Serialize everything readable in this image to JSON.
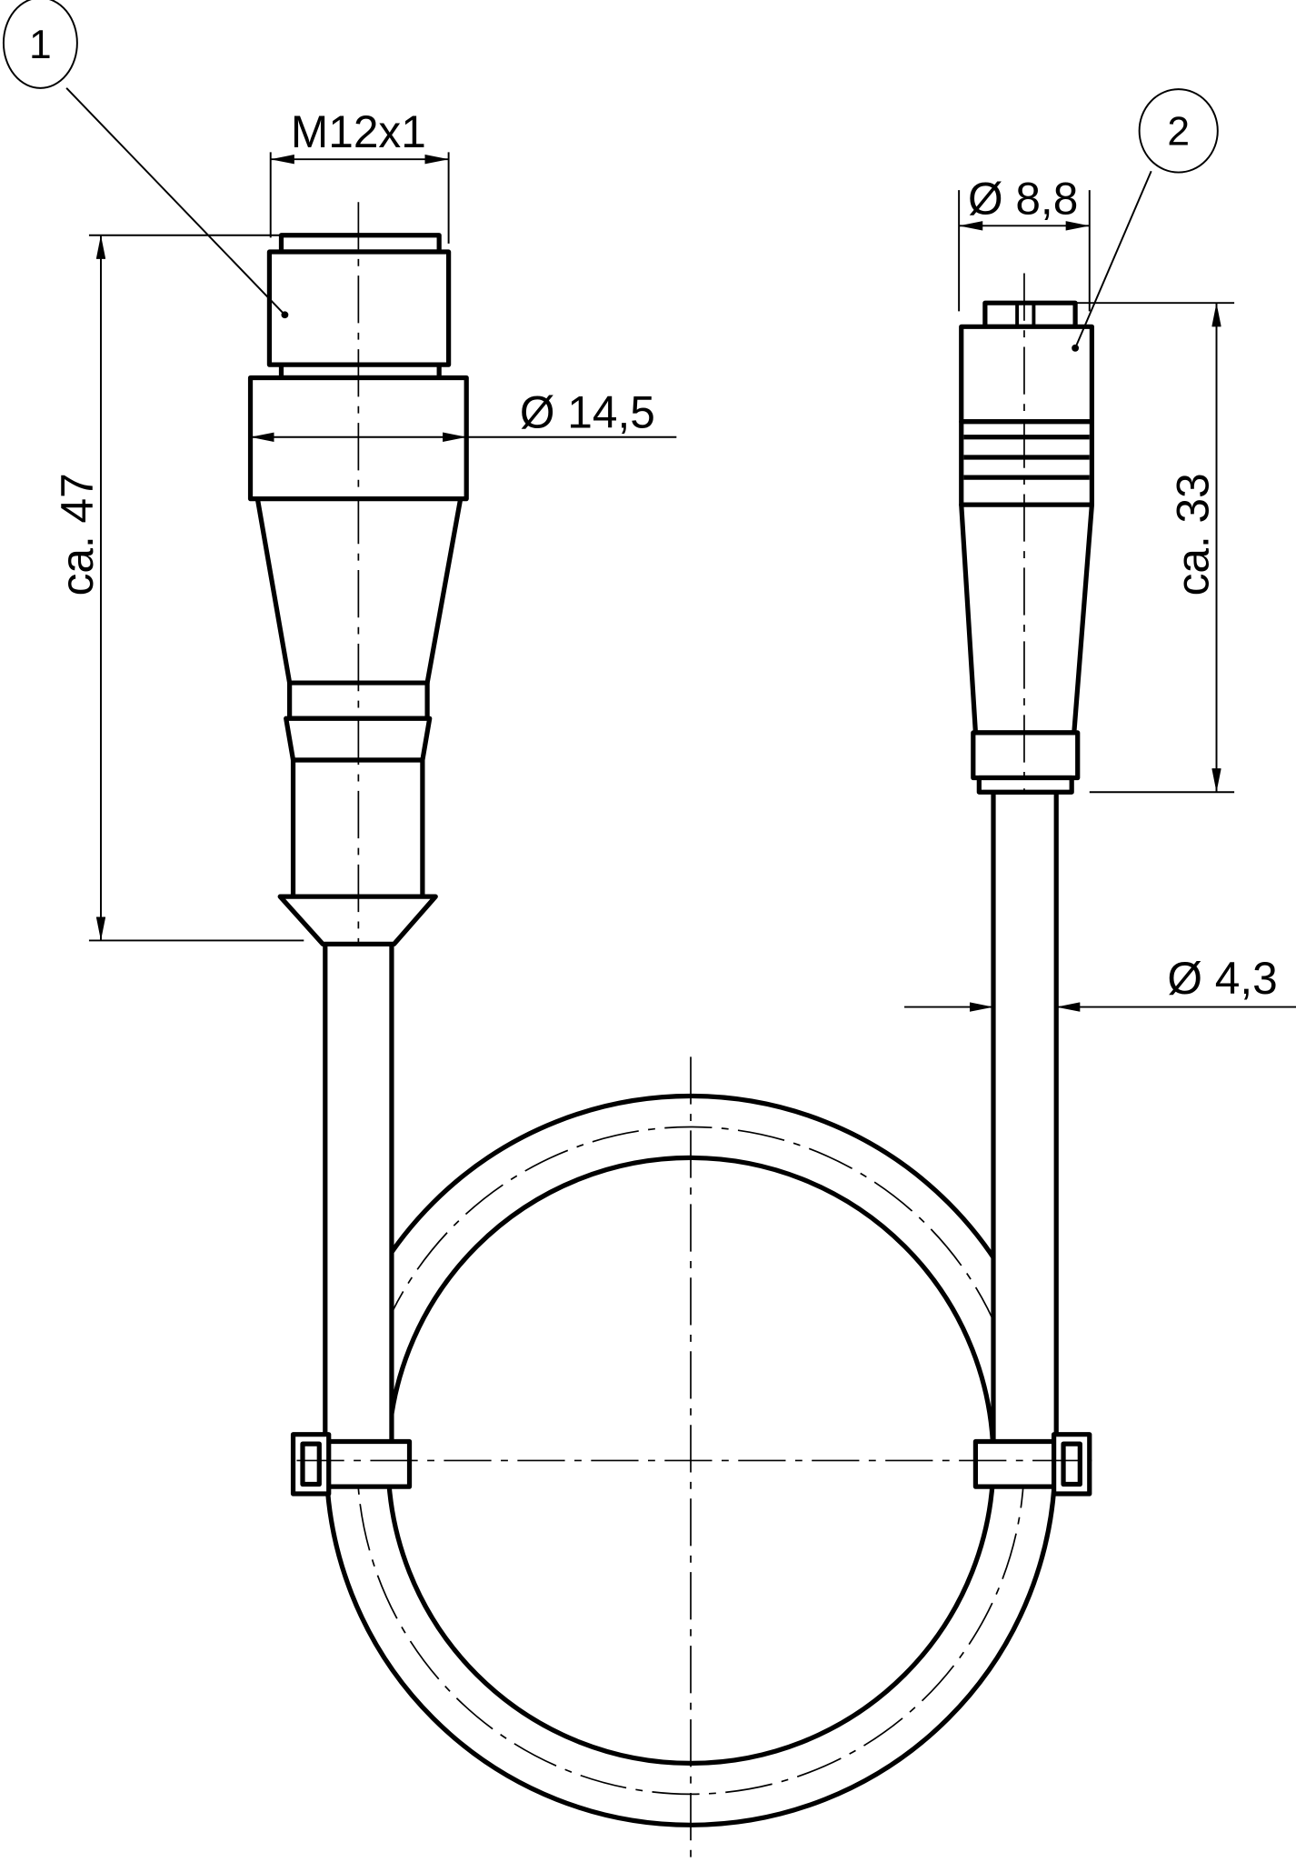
{
  "callouts": {
    "connector_1": "1",
    "connector_2": "2"
  },
  "dimensions": {
    "thread": "M12x1",
    "length_1": "ca. 47",
    "diameter_nut_1": "Ø 14,5",
    "diameter_2": "Ø 8,8",
    "length_2": "ca. 33",
    "cable_diameter": "Ø 4,3"
  }
}
